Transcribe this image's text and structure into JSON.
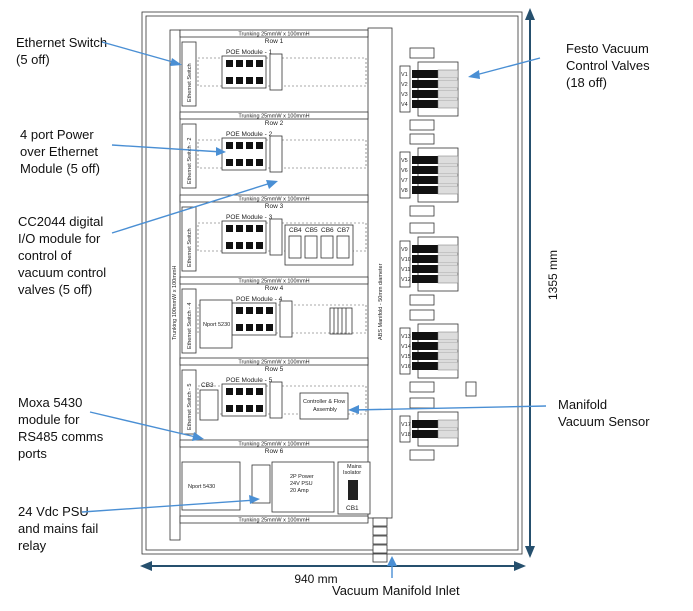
{
  "callouts": {
    "ethernet_switch": [
      "Ethernet Switch",
      "(5 off)"
    ],
    "poe_module": [
      "4 port Power",
      "over Ethernet",
      "Module (5 off)"
    ],
    "cc2044": [
      "CC2044 digital",
      "I/O module for",
      "control of",
      "vacuum control",
      "valves (5 off)"
    ],
    "moxa": [
      "Moxa 5430",
      "module for",
      "RS485 comms",
      "ports"
    ],
    "psu": [
      "24 Vdc PSU",
      "and mains fail",
      "relay"
    ],
    "festo": [
      "Festo Vacuum",
      "Control Valves",
      "(18 off)"
    ],
    "manifold_sensor": [
      "Manifold",
      "Vacuum Sensor"
    ],
    "inlet": "Vacuum Manifold Inlet"
  },
  "dimensions": {
    "height": "1355 mm",
    "width": "940 mm"
  },
  "panel": {
    "trunking_label": "Trunking 25mmW x 100mmH",
    "vertical_trunking": "Trunking 100mmW x 100mmH",
    "manifold_label": "ABS Manifold - 50mm diameter",
    "rows": [
      {
        "label": "Row 1",
        "poe": "POE Module - 1",
        "switch": "Ethernet Switch"
      },
      {
        "label": "Row 2",
        "poe": "POE Module - 2",
        "switch": "Ethernet Switch - 2"
      },
      {
        "label": "Row 3",
        "poe": "POE Module - 3",
        "switch": "Ethernet Switch"
      },
      {
        "label": "Row 4",
        "poe": "POE Module - 4",
        "switch": "Ethernet Switch - 4"
      },
      {
        "label": "Row 5",
        "poe": "POE Module - 5",
        "switch": "Ethernet Switch - 5"
      },
      {
        "label": "Row 6"
      }
    ],
    "cb_labels": [
      "CB4",
      "CB5",
      "CB6",
      "CB7"
    ],
    "cb3": "CB3",
    "nport_row4": "Nport 5230",
    "nport_row6": "Nport 5430",
    "controller": [
      "Controller & Flow",
      "Assembly"
    ],
    "psu_box": [
      "2P Power",
      "24V PSU",
      "20 Amp"
    ],
    "cb1": "CB1",
    "main_iso": [
      "Mains",
      "Isolator"
    ],
    "valves": [
      "V1",
      "V2",
      "V3",
      "V4",
      "V5",
      "V6",
      "V7",
      "V8",
      "V9",
      "V10",
      "V11",
      "V12",
      "V13",
      "V14",
      "V15",
      "V16",
      "V17",
      "V18"
    ]
  }
}
